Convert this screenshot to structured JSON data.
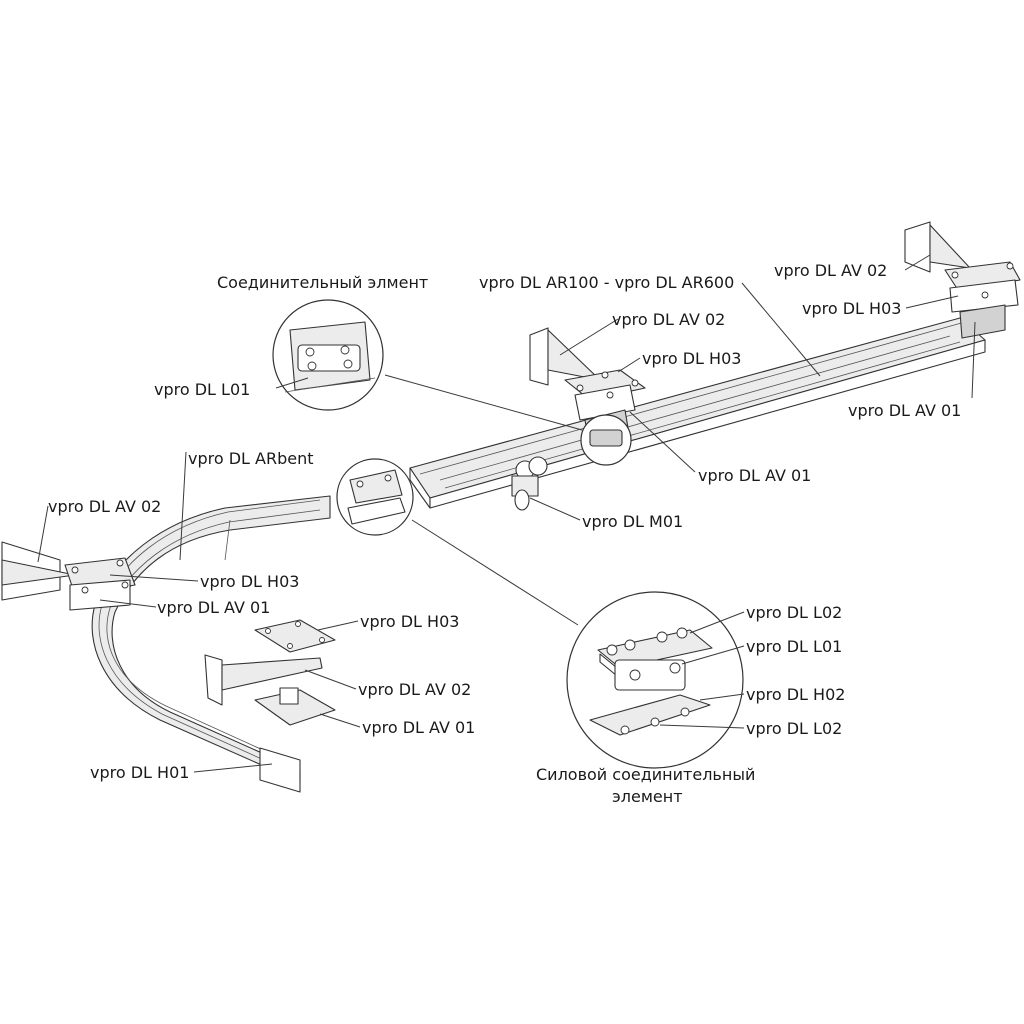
{
  "labels": {
    "connector_title": "Соединительный элмент",
    "rail_range": "vpro DL AR100 - vpro DL AR600",
    "av02_top_right": "vpro DL AV 02",
    "h03_top_right": "vpro DL H03",
    "av01_top_right": "vpro DL AV 01",
    "av02_mid": "vpro DL AV 02",
    "h03_mid": "vpro DL H03",
    "l01_connector": "vpro DL L01",
    "arbent": "vpro DL ARbent",
    "av01_mid": "vpro DL AV 01",
    "m01": "vpro DL M01",
    "av02_left": "vpro DL AV 02",
    "h03_left": "vpro DL H03",
    "av01_left": "vpro DL AV 01",
    "h03_loose": "vpro DL H03",
    "av02_loose": "vpro DL AV 02",
    "av01_loose": "vpro DL AV 01",
    "h01": "vpro DL H01",
    "l02_top": "vpro DL L02",
    "l01_power": "vpro DL L01",
    "h02": "vpro DL H02",
    "l02_bottom": "vpro DL L02",
    "power_title_1": "Силовой соединительный",
    "power_title_2": "элемент"
  }
}
